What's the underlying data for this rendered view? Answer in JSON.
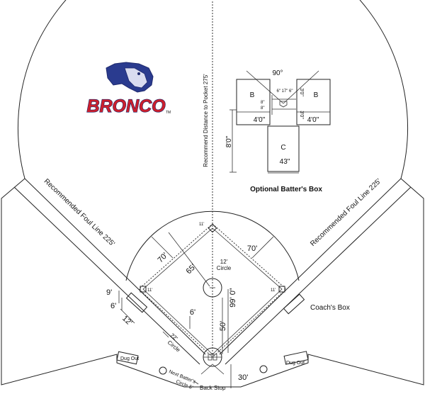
{
  "logo": {
    "wordmark": "BRONCO",
    "trademark": "TM",
    "text_color": "#cc1f2c",
    "outline_color": "#1f2a6e",
    "icon": "horse-head-icon"
  },
  "labels": {
    "center_line": "Recommend Distance to Pocket 275'",
    "foul_left": "Recommended Foul Line 225'",
    "foul_right": "Recommended Foul Line 225'",
    "batters_box_title": "Optional Batter's Box",
    "angle": "90°",
    "box_b_left": "B",
    "box_b_right": "B",
    "box_c": "C",
    "dim_4ft_left": "4'0\"",
    "dim_4ft_right": "4'0\"",
    "dim_8ft": "8'0\"",
    "dim_43in": "43\"",
    "dim_3ft_top": "3'0\"",
    "dim_3ft_mid": "3'0\"",
    "dim_6_a": "6\"",
    "dim_17": "17\"",
    "dim_6_b": "6\"",
    "dim_8_a": "8\"",
    "dim_8_b": "8\"",
    "base_top": "11'",
    "base_left": "11'",
    "base_right": "11'",
    "dist_70_left": "70'",
    "dist_70_right": "70'",
    "dist_65": "65'",
    "circle_12_num": "12'",
    "circle_12_word": "Circle",
    "dist_99": "99' 0\"",
    "dist_6": "6'",
    "dist_50": "50'",
    "dist_30": "30'",
    "dist_9": "9'",
    "dist_6_side": "6'",
    "dist_12_side": "12'",
    "circle_22_num": "22'",
    "circle_22_word": "Circle",
    "coaches_box": "Coach's Box",
    "dugout_left": "Dug Out",
    "dugout_right": "Dug Out",
    "next_batter": "Next Batter's",
    "next_batter_circle": "Circle 5'",
    "back_stop": "Back Stop"
  }
}
